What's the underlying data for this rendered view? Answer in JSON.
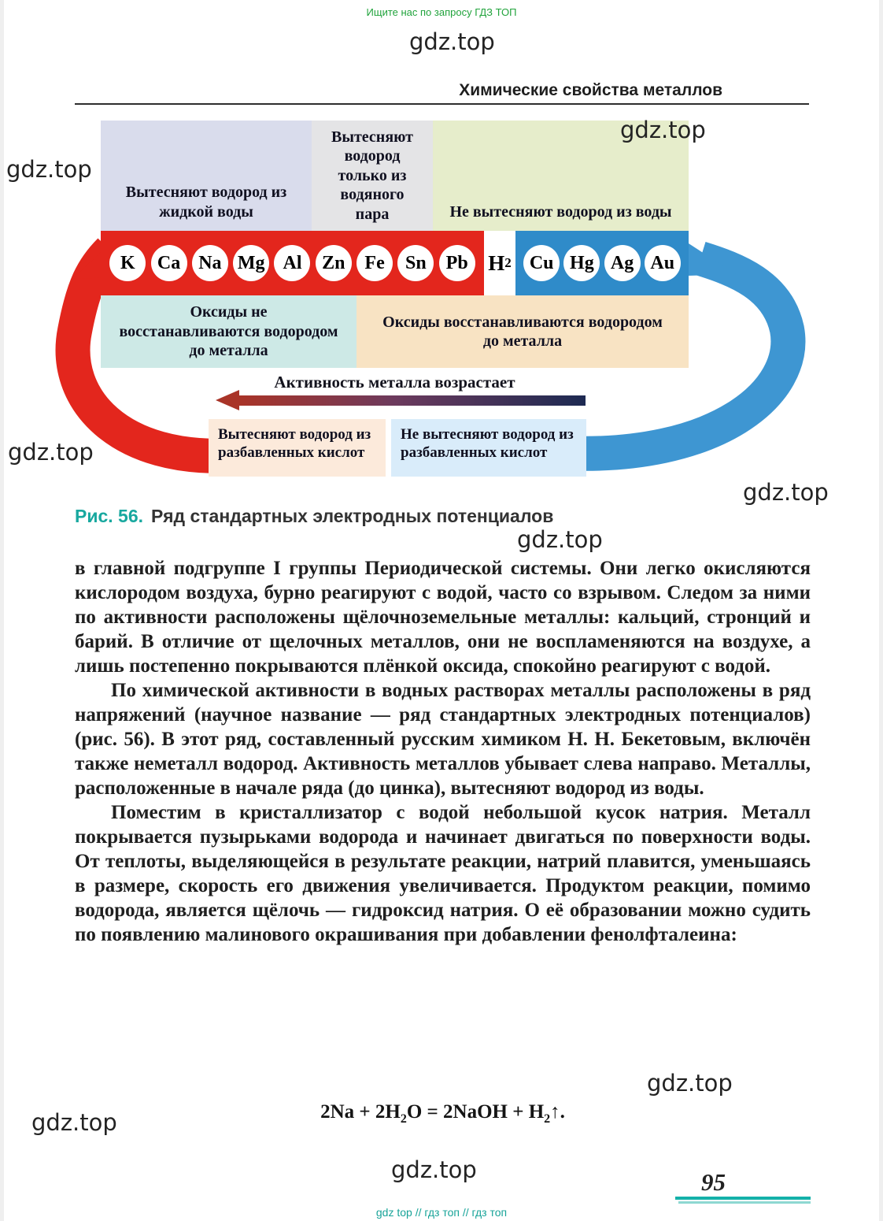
{
  "colors": {
    "red_band": "#e3261d",
    "blue_band": "#2f8bc9",
    "teal_accent": "#18a89f",
    "green_link": "#21a33c",
    "box_liquid_water": "#d9dcec",
    "box_steam": "#e4e4e6",
    "box_no_water": "#e6edcb",
    "box_oxides_not_reduced": "#cde9e6",
    "box_oxides_reduced": "#f8e3c3",
    "box_acids_displace": "#fceadb",
    "box_acids_not_displace": "#d9ecfa"
  },
  "watermark": "gdz.top",
  "top_banner": "Ищите нас по запросу ГДЗ ТОП",
  "header": {
    "title": "Химические свойства металлов"
  },
  "diagram": {
    "box_liquid_water": "Вытесняют водород из жидкой воды",
    "box_steam": "Вытесняют водород только из водяного пара",
    "box_no_water": "Не вытесняют водород из воды",
    "active_metals": [
      "K",
      "Ca",
      "Na",
      "Mg",
      "Al",
      "Zn",
      "Fe",
      "Sn",
      "Pb"
    ],
    "hydrogen_symbol": "H",
    "hydrogen_sub": "2",
    "noble_metals": [
      "Cu",
      "Hg",
      "Ag",
      "Au"
    ],
    "box_oxides_not_reduced": "Оксиды не восстанавливаются водородом до металла",
    "box_oxides_reduced": "Оксиды восстанавливаются водородом до металла",
    "activity_label": "Активность металла возрастает",
    "box_acids_displace": "Вытесняют водород из разбавленных кислот",
    "box_acids_not_displace": "Не вытесняют водород из разбавленных кислот"
  },
  "caption": {
    "figure": "Рис. 56.",
    "text": "Ряд стандартных электродных потенциалов"
  },
  "paragraphs": [
    "в главной подгруппе I группы Периодической системы. Они легко окисляются кислородом воздуха, бурно реагируют с водой, часто со взрывом. Следом за ними по активности расположены щёлочноземельные металлы: кальций, стронций и барий. В отличие от щелочных металлов, они не воспламеняются на воздухе, а лишь постепенно покрываются плёнкой оксида, спокойно реагируют с водой.",
    "По химической активности в водных растворах металлы расположены в ряд напряжений (научное название — ряд стандартных электродных потенциалов) (рис. 56). В этот ряд, составленный русским химиком Н. Н. Бекетовым, включён также неметалл водород. Активность металлов убывает слева направо. Металлы, расположенные в начале ряда (до цинка), вытесняют водород из воды.",
    "Поместим в кристаллизатор с водой небольшой кусок натрия. Металл покрывается пузырьками водорода и начинает двигаться по поверхности воды. От теплоты, выделяющейся в результате реакции, натрий плавится, уменьшаясь в размере, скорость его движения увеличивается. Продуктом реакции, помимо водорода, является щёлочь — гидроксид натрия. О её образовании можно судить по появлению малинового окрашивания при добавлении фенолфталеина:"
  ],
  "equation": {
    "p1": "2Na + 2H",
    "s1": "2",
    "p2": "O = 2NaOH + H",
    "s2": "2",
    "p3": "↑."
  },
  "page_number": "95",
  "footer": "gdz top  //  гдз топ  //  гдз топ"
}
